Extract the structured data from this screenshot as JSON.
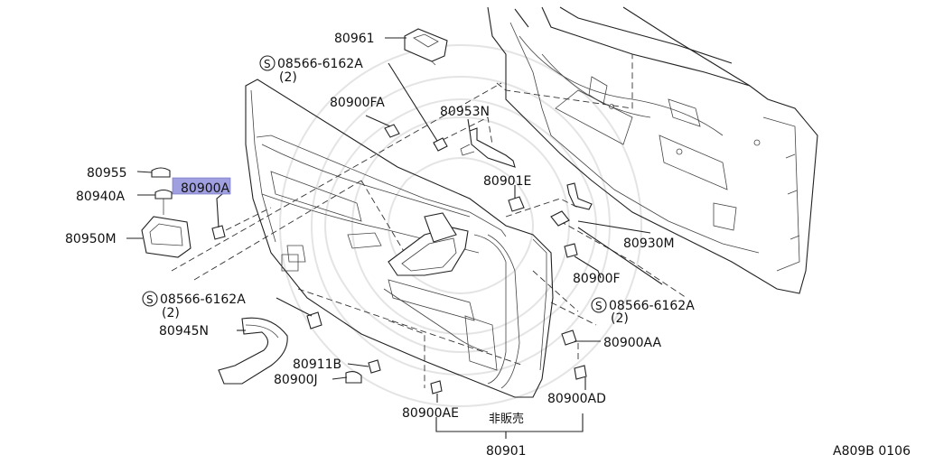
{
  "diagram_code": "A809B 0106",
  "highlight_color": "#a0a0e0",
  "symbol": "S",
  "labels": {
    "p80961": "80961",
    "p08566_top": "08566-6162A",
    "p08566_top_qty": "(2)",
    "p80900FA": "80900FA",
    "p80953N": "80953N",
    "p80955": "80955",
    "p80940A": "80940A",
    "p80900A": "80900A",
    "p80950M": "80950M",
    "p80901E": "80901E",
    "p80930M": "80930M",
    "p80900F": "80900F",
    "p08566_left": "08566-6162A",
    "p08566_left_qty": "(2)",
    "p08566_right": "08566-6162A",
    "p08566_right_qty": "(2)",
    "p80945N": "80945N",
    "p80900AA": "80900AA",
    "p80911B": "80911B",
    "p80900J": "80900J",
    "p80900AD": "80900AD",
    "p80900AE": "80900AE",
    "not_for_sale": "非販売",
    "p80901": "80901"
  }
}
